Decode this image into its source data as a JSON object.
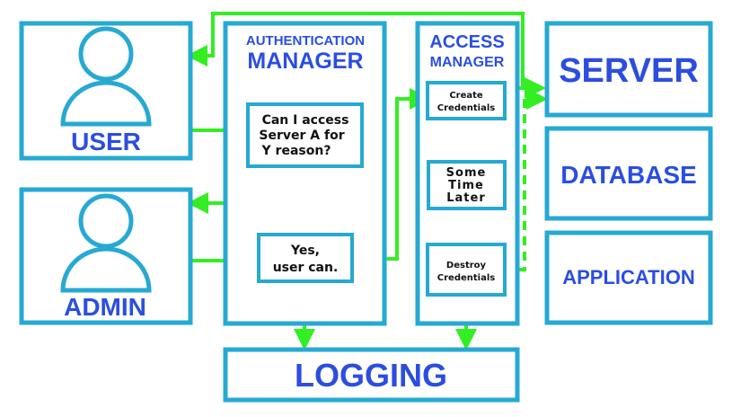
{
  "user": {
    "label": "USER"
  },
  "admin": {
    "label": "ADMIN"
  },
  "auth_manager": {
    "title_line1": "AUTHENTICATION",
    "title_line2": "MANAGER",
    "request_lines": [
      "Can I access",
      "Server A for",
      "Y reason?"
    ],
    "response_lines": [
      "Yes,",
      "user can."
    ]
  },
  "access_manager": {
    "title_line1": "ACCESS",
    "title_line2": "MANAGER",
    "create_lines": [
      "Create",
      "Credentials"
    ],
    "wait_lines": [
      "Some",
      "Time",
      "Later"
    ],
    "destroy_lines": [
      "Destroy",
      "Credentials"
    ]
  },
  "targets": {
    "server": "SERVER",
    "database": "DATABASE",
    "application": "APPLICATION"
  },
  "logging": {
    "label": "LOGGING"
  },
  "colors": {
    "box_border": "#26a9d3",
    "label_blue": "#2b4ee0",
    "arrow_green": "#33ee22",
    "text_black": "#111111"
  }
}
